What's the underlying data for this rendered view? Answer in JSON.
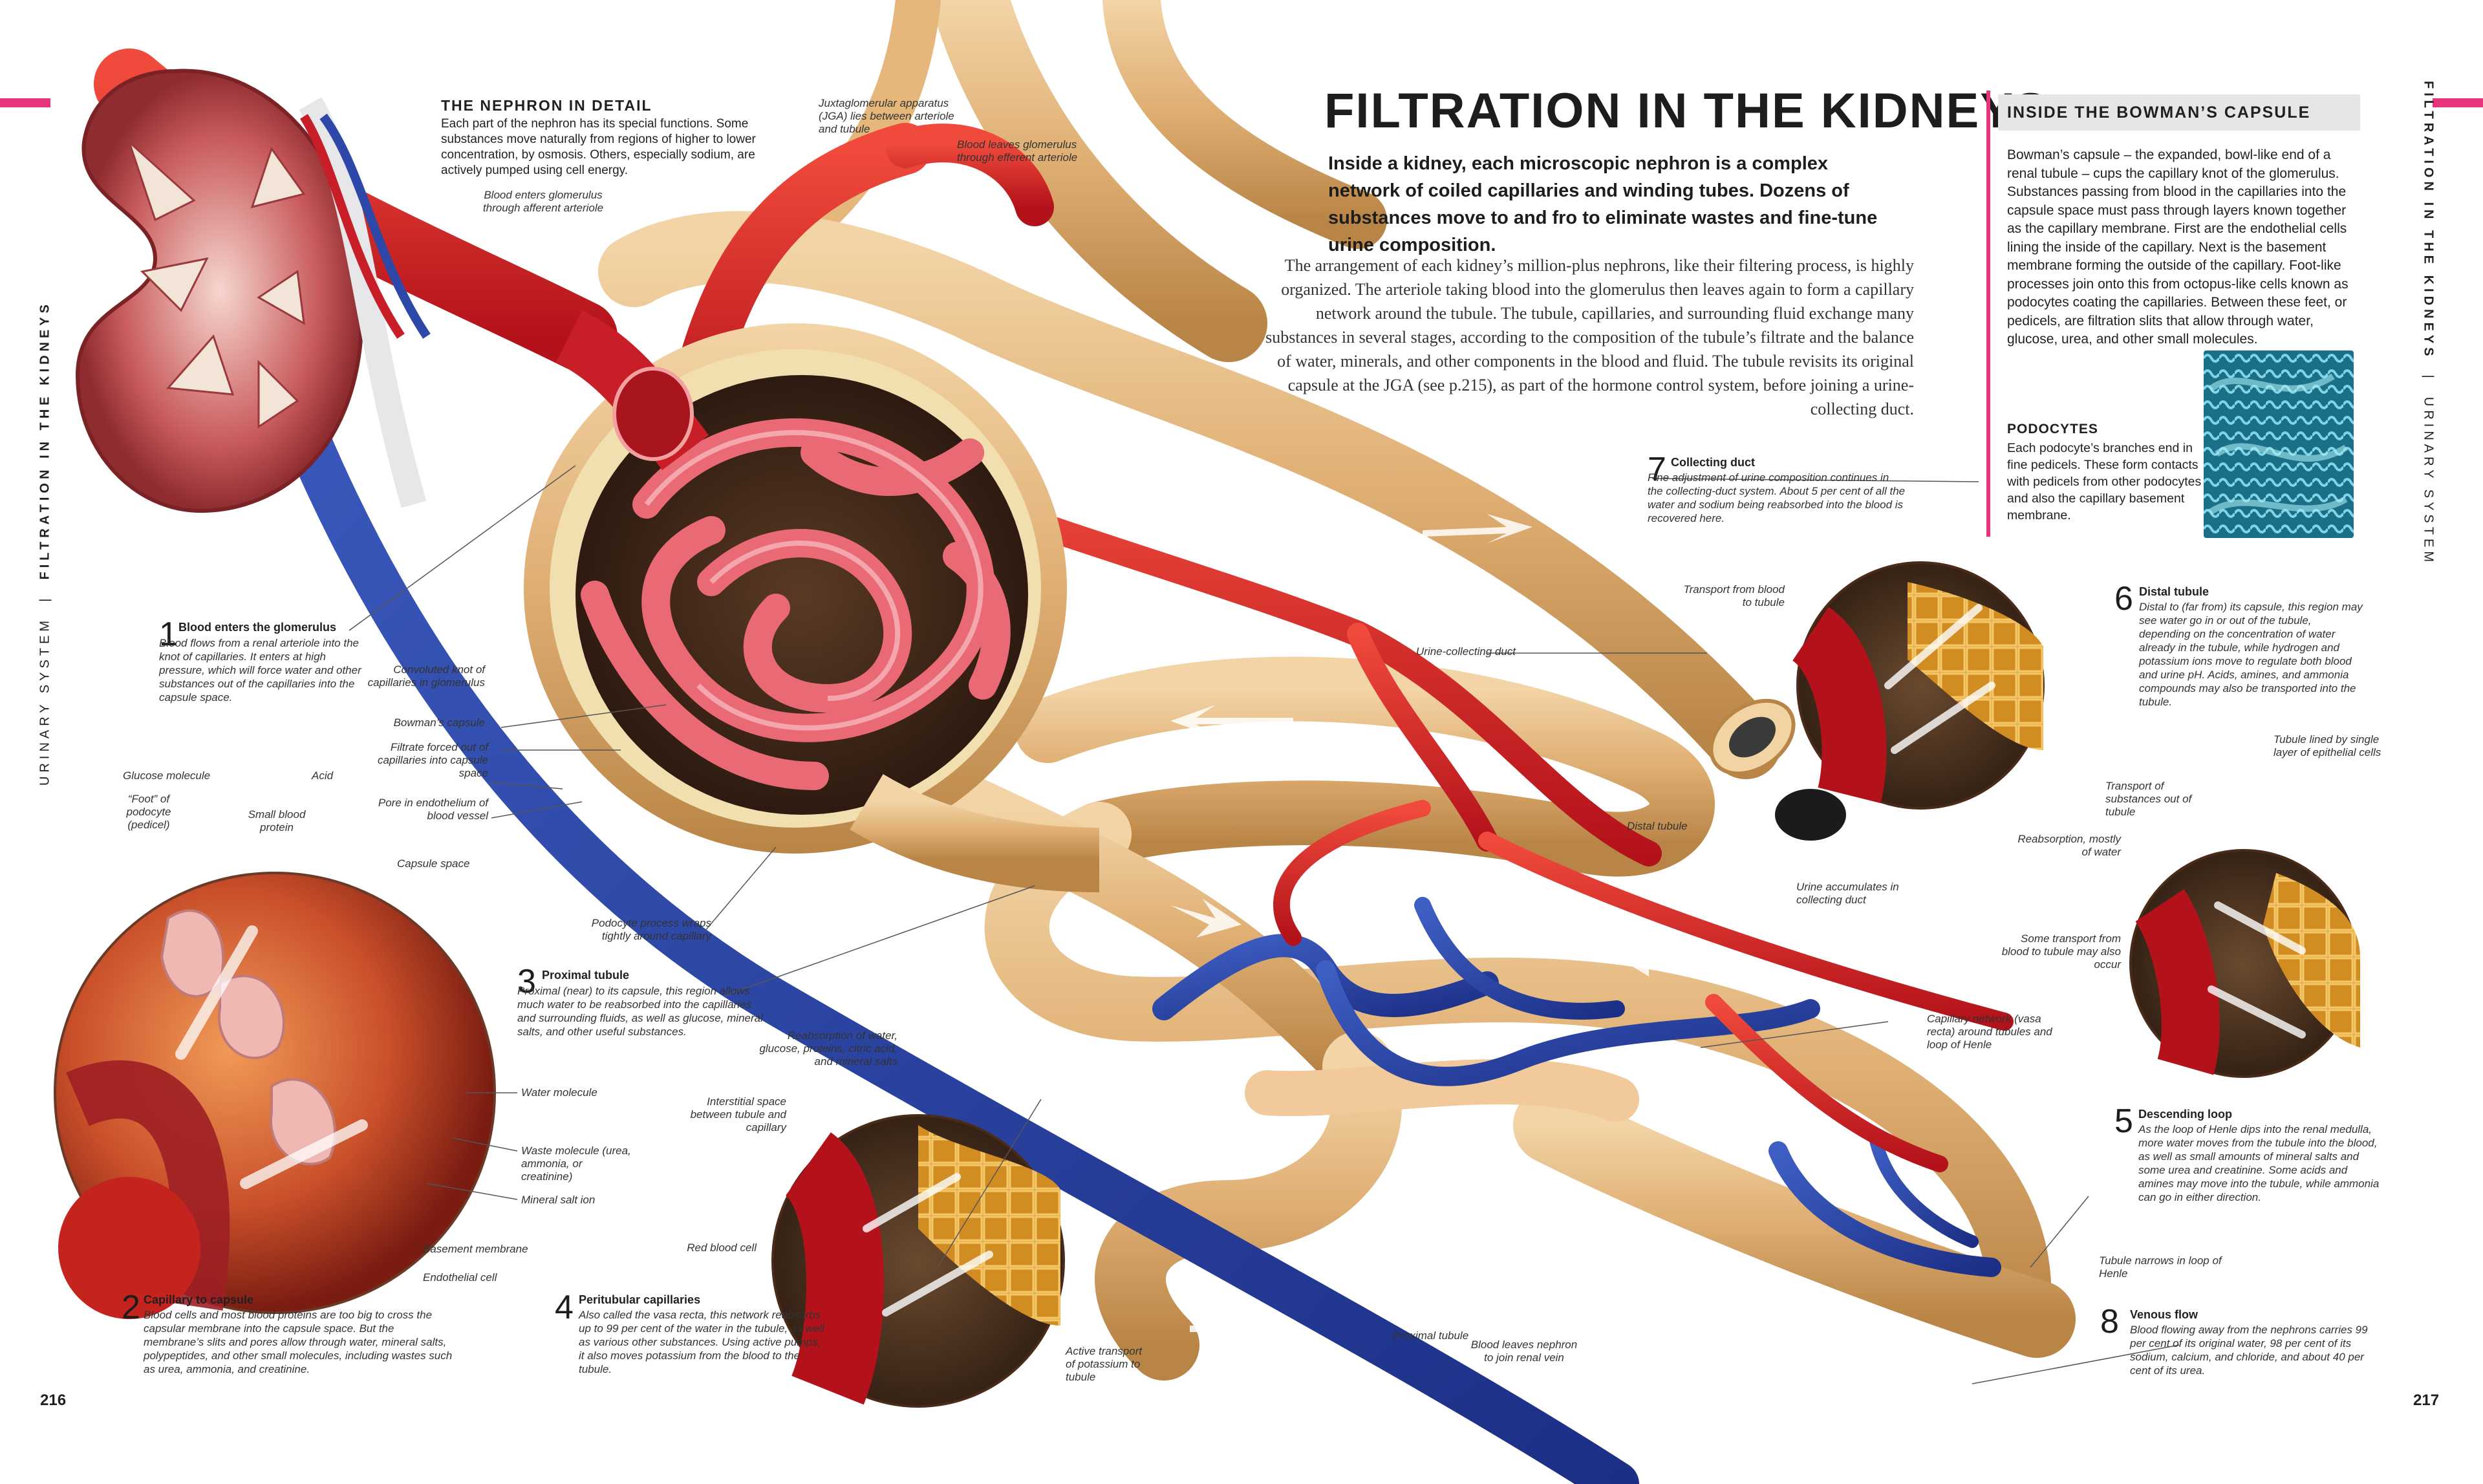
{
  "page": {
    "title": "FILTRATION IN THE KIDNEYS",
    "intro": "Inside a kidney, each microscopic nephron is a complex network of coiled capillaries and winding tubes. Dozens of substances move to and fro to eliminate wastes and fine-tune urine composition.",
    "body": "The arrangement of each kidney’s million-plus nephrons, like their filtering process, is highly organized. The arteriole taking blood into the glomerulus then leaves again to form a capillary network around the tubule. The tubule, capillaries, and surrounding fluid exchange many substances in several stages, according to the composition of the tubule’s filtrate and the balance of water, minerals, and other components in the blood and fluid. The tubule revisits its original capsule at the JGA (see p.215), as part of the hormone control system, before joining a urine-collecting duct.",
    "spine_left_section": "URINARY SYSTEM",
    "spine_left_title": "FILTRATION IN THE KIDNEYS",
    "spine_right_title": "FILTRATION IN THE KIDNEYS",
    "spine_right_section": "URINARY SYSTEM",
    "page_left": "216",
    "page_right": "217",
    "accent_color": "#e6357e"
  },
  "nephron_detail": {
    "heading": "THE NEPHRON IN DETAIL",
    "text": "Each part of the nephron has its special functions. Some substances move naturally from regions of higher to lower concentration, by osmosis. Others, especially sodium, are actively pumped using cell energy."
  },
  "sidebar": {
    "heading": "INSIDE THE BOWMAN’S CAPSULE",
    "text": "Bowman’s capsule – the expanded, bowl-like end of a renal tubule – cups the capillary knot of the glomerulus. Substances passing from blood in the capillaries into the capsule space must pass through layers known together as the capillary membrane. First are the endothelial cells lining the inside of the capillary. Next is the basement membrane forming the outside of the capillary. Foot-like processes join onto this from octopus-like cells known as podocytes coating the capillaries. Between these feet, or pedicels, are filtration slits that allow through water, glucose, urea, and other small molecules.",
    "podocytes_heading": "PODOCYTES",
    "podocytes_text": "Each podocyte’s branches end in fine pedicels. These form contacts with pedicels from other podocytes and also the capillary basement membrane."
  },
  "steps": [
    {
      "n": "1",
      "title": "Blood enters the glomerulus",
      "text": "Blood flows from a renal arteriole into the knot of capillaries. It enters at high pressure, which will force water and other substances out of the capillaries into the capsule space."
    },
    {
      "n": "2",
      "title": "Capillary to capsule",
      "text": "Blood cells and most blood proteins are too big to cross the capsular membrane into the capsule space. But the membrane’s slits and pores allow through water, mineral salts, polypeptides, and other small molecules, including wastes such as urea, ammonia, and creatinine."
    },
    {
      "n": "3",
      "title": "Proximal tubule",
      "text": "Proximal (near) to its capsule, this region allows much water to be reabsorbed into the capillaries and surrounding fluids, as well as glucose, mineral salts, and other useful substances."
    },
    {
      "n": "4",
      "title": "Peritubular capillaries",
      "text": "Also called the vasa recta, this network reabsorbs up to 99 per cent of the water in the tubule, as well as various other substances. Using active pumps, it also moves potassium from the blood to the tubule."
    },
    {
      "n": "5",
      "title": "Descending loop",
      "text": "As the loop of Henle dips into the renal medulla, more water moves from the tubule into the blood, as well as small amounts of mineral salts and some urea and creatinine. Some acids and amines may move into the tubule, while ammonia can go in either direction."
    },
    {
      "n": "6",
      "title": "Distal tubule",
      "text": "Distal to (far from) its capsule, this region may see water go in or out of the tubule, depending on the concentration of water already in the tubule, while hydrogen and potassium ions move to regulate both blood and urine pH. Acids, amines, and ammonia compounds may also be transported into the tubule."
    },
    {
      "n": "7",
      "title": "Collecting duct",
      "text": "Fine adjustment of urine composition continues in the collecting-duct system. About 5 per cent of all the water and sodium being reabsorbed into the blood is recovered here."
    },
    {
      "n": "8",
      "title": "Venous flow",
      "text": "Blood flowing away from the nephrons carries 99 per cent of its original water, 98 per cent of its sodium, calcium, and chloride, and about 40 per cent of its urea."
    }
  ],
  "labels": {
    "blood_enters": "Blood enters glomerulus through afferent arteriole",
    "jga": "Juxtaglomerular apparatus (JGA) lies between arteriole and tubule",
    "blood_leaves": "Blood leaves glomerulus through efferent arteriole",
    "convoluted_knot": "Convoluted knot of capillaries in glomerulus",
    "bowmans_capsule": "Bowman’s capsule",
    "filtrate": "Filtrate forced out of capillaries into capsule space",
    "pore": "Pore in endothelium of blood vessel",
    "podocyte_wraps": "Podocyte process wraps tightly around capillary",
    "glucose": "Glucose molecule",
    "foot": "“Foot” of podocyte (pedicel)",
    "small_protein": "Small blood protein",
    "acid": "Acid",
    "capsule_space": "Capsule space",
    "water_molecule": "Water molecule",
    "waste_molecule": "Waste molecule (urea, ammonia, or creatinine)",
    "mineral_salt": "Mineral salt ion",
    "basement_membrane": "Basement membrane",
    "endothelial_cell": "Endothelial cell",
    "reabsorption_water": "Reabsorption of water, glucose, proteins, citric acid, and mineral salts",
    "interstitial": "Interstitial space between tubule and capillary",
    "red_blood_cell": "Red blood cell",
    "active_transport": "Active transport of potassium to tubule",
    "proximal_tubule": "Proximal tubule",
    "blood_leaves_nephron": "Blood leaves nephron to join renal vein",
    "urine_collecting_duct": "Urine-collecting duct",
    "transport_from_blood": "Transport from blood to tubule",
    "distal_tubule": "Distal tubule",
    "urine_accumulates": "Urine accumulates in collecting duct",
    "capillary_network": "Capillary network (vasa recta) around tubules and loop of Henle",
    "transport_out": "Transport of substances out of tubule",
    "tubule_lined": "Tubule lined by single layer of epithelial cells",
    "reabsorption_mostly": "Reabsorption, mostly of water",
    "some_transport": "Some transport from blood to tubule may also occur",
    "tubule_narrows": "Tubule narrows in loop of Henle"
  }
}
